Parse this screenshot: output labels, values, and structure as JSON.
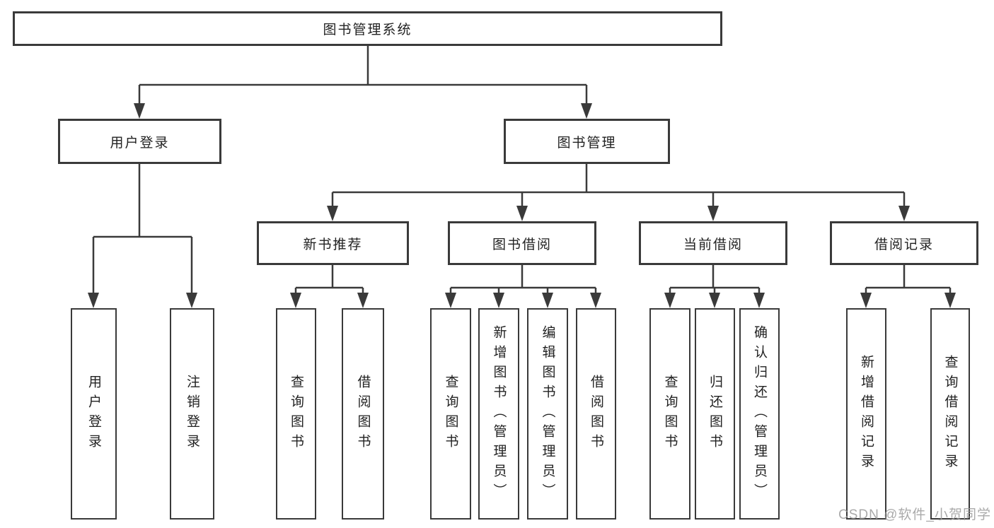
{
  "nodes": {
    "root": "图书管理系统",
    "user_login": "用户登录",
    "book_mgmt": "图书管理",
    "new_books": "新书推荐",
    "book_borrow": "图书借阅",
    "current_borrow": "当前借阅",
    "borrow_records": "借阅记录",
    "ul_login": "用户登录",
    "ul_logout": "注销登录",
    "nb_query": "查询图书",
    "nb_borrow": "借阅图书",
    "bb_query": "查询图书",
    "bb_add": "新增图书（管理员）",
    "bb_edit": "编辑图书（管理员）",
    "bb_borrow": "借阅图书",
    "cb_query": "查询图书",
    "cb_return": "归还图书",
    "cb_confirm": "确认归还（管理员）",
    "br_add": "新增借阅记录",
    "br_query": "查询借阅记录"
  },
  "hierarchy": {
    "图书管理系统": [
      "用户登录",
      "图书管理"
    ],
    "用户登录": [
      "用户登录",
      "注销登录"
    ],
    "图书管理": [
      "新书推荐",
      "图书借阅",
      "当前借阅",
      "借阅记录"
    ],
    "新书推荐": [
      "查询图书",
      "借阅图书"
    ],
    "图书借阅": [
      "查询图书",
      "新增图书（管理员）",
      "编辑图书（管理员）",
      "借阅图书"
    ],
    "当前借阅": [
      "查询图书",
      "归还图书",
      "确认归还（管理员）"
    ],
    "借阅记录": [
      "新增借阅记录",
      "查询借阅记录"
    ]
  },
  "watermark": "CSDN @软件_小贺同学",
  "colors": {
    "line": "#3a3a3a",
    "text": "#222222",
    "watermark": "#9b9b9b",
    "background": "#ffffff"
  }
}
